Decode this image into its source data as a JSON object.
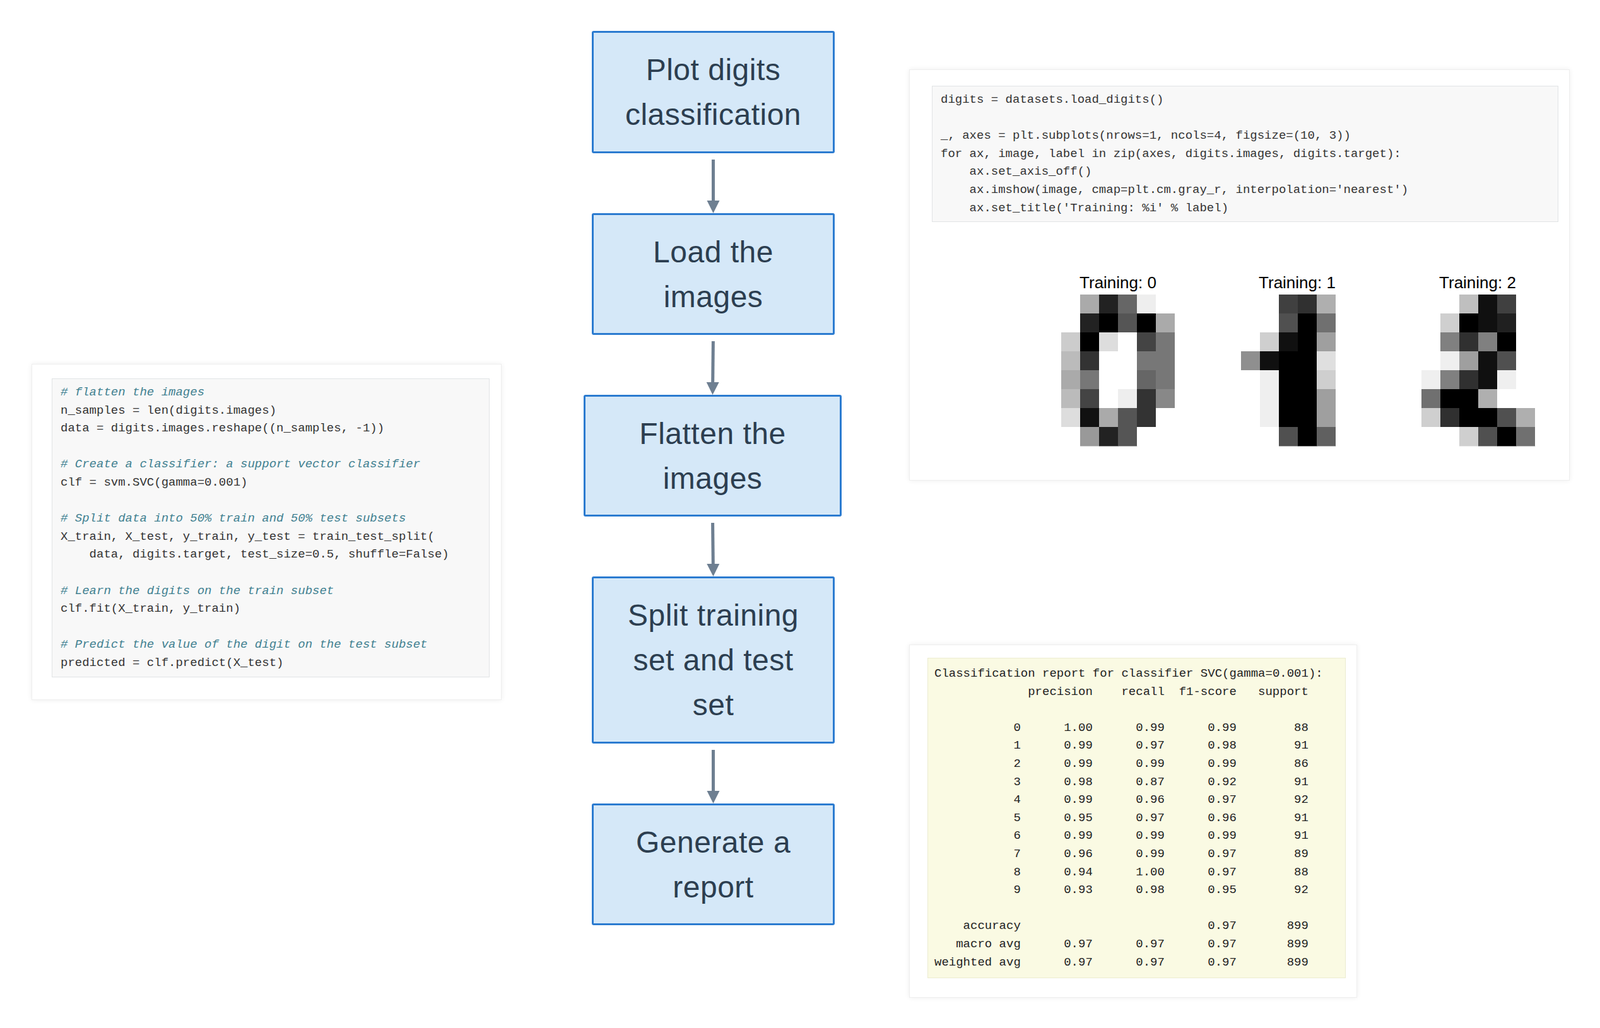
{
  "diagram": {
    "nodes": [
      {
        "text": [
          "Plot digits classification"
        ]
      },
      {
        "text": [
          "Load the images"
        ]
      },
      {
        "text": [
          "Flatten the images"
        ]
      },
      {
        "text": [
          "Split training set and test set"
        ]
      },
      {
        "text": [
          "Generate a report"
        ]
      },
      {
        "text": [
          "digits = datasets.load_digits()",
          "_, axes = plt.subplots(nrows=1, ncols=4, figsize=(10, 3))",
          "for ax, image, label in zip(axes, digits.images, digits.target):",
          "    ax.set_axis_off()",
          "    ax.imshow(image, cmap=plt.cm.gray_r, interpolation='nearest')",
          "    ax.set_title('Training: %i' % label)"
        ]
      },
      {
        "text": [
          "# flatten the images",
          "n_samples = len(digits.images)",
          "data = digits.images.reshape((n_samples, -1))",
          "# Create a classifier: a support vector classifier",
          "clf = svm.SVC(gamma=0.001)",
          "# Split data into 50% train and 50% test subsets",
          "X_train, X_test, y_train, y_test = train_test_split(",
          "    data, digits.target, test_size=0.5, shuffle=False)",
          "# Learn the digits on the train subset",
          "clf.fit(X_train, y_train)",
          "# Predict the value of the digit on the test subset",
          "predicted = clf.predict(X_test)"
        ]
      },
      {
        "text": [
          "Classification report for classifier SVC(gamma=0.001):",
          "precision",
          "recall",
          "f1-score",
          "support",
          "0",
          "1.00",
          "0.99",
          "0.99",
          "88",
          "1",
          "0.99",
          "0.97",
          "0.98",
          "91",
          "2",
          "0.99",
          "0.99",
          "0.99",
          "86",
          "3",
          "0.98",
          "0.87",
          "0.92",
          "91",
          "4",
          "0.99",
          "0.96",
          "0.97",
          "92",
          "5",
          "0.95",
          "0.97",
          "0.96",
          "91",
          "6",
          "0.99",
          "0.99",
          "0.99",
          "91",
          "7",
          "0.96",
          "0.99",
          "0.97",
          "89",
          "8",
          "0.94",
          "1.00",
          "0.97",
          "88",
          "9",
          "0.93",
          "0.98",
          "0.95",
          "92",
          "accuracy",
          "0.97",
          "899",
          "macro avg",
          "0.97",
          "0.97",
          "0.97",
          "899",
          "weighted avg",
          "0.97",
          "0.97",
          "0.97",
          "899"
        ]
      }
    ],
    "edges": [
      {
        "from": 0,
        "to": 1,
        "arrow": "to"
      },
      {
        "from": 1,
        "to": 2,
        "arrow": "to"
      },
      {
        "from": 2,
        "to": 3,
        "arrow": "to"
      },
      {
        "from": 3,
        "to": 4,
        "arrow": "to"
      }
    ],
    "labels": [
      "Training: 0",
      "Training: 1",
      "Training: 2"
    ]
  }
}
